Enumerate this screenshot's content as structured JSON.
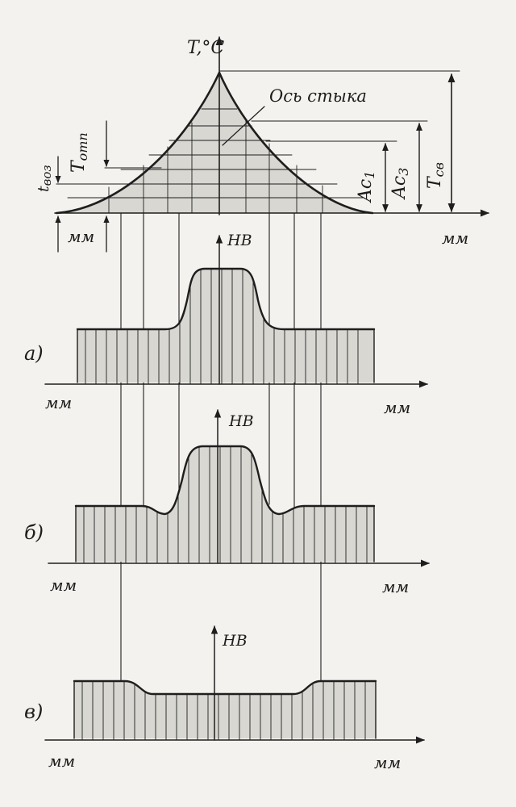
{
  "top_chart": {
    "y_axis_label": "T,°C",
    "x_unit_left": "мм",
    "x_unit_right": "мм",
    "axis_annotation": "Ось стыка",
    "dim_t_voz": "t",
    "dim_t_voz_sub": "воз",
    "dim_t_otp": "T",
    "dim_t_otp_sub": "отп",
    "dim_t_sv": "T",
    "dim_t_sv_sub": "св",
    "dim_ac1": "Ac",
    "dim_ac1_sub": "1",
    "dim_ac3": "Ac",
    "dim_ac3_sub": "3"
  },
  "panel_a": {
    "letter": "а)",
    "y_axis_label": "HB",
    "x_unit_left": "мм",
    "x_unit_right": "мм"
  },
  "panel_b": {
    "letter": "б)",
    "y_axis_label": "HB",
    "x_unit_left": "мм",
    "x_unit_right": "мм"
  },
  "panel_c": {
    "letter": "в)",
    "y_axis_label": "HB",
    "x_unit_left": "мм",
    "x_unit_right": "мм"
  },
  "colors": {
    "ink": "#1e1e1e",
    "fill": "#d9d7d2",
    "paper": "#f4f2ee"
  }
}
